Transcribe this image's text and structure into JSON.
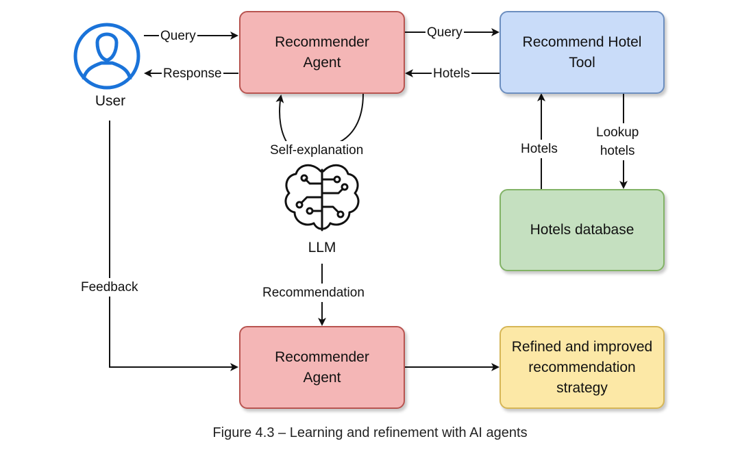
{
  "nodes": {
    "agent_top": "Recommender\nAgent",
    "hotel_tool": "Recommend Hotel\nTool",
    "hotels_db": "Hotels database",
    "agent_bottom": "Recommender\nAgent",
    "refined": "Refined and improved\nrecommendation\nstrategy",
    "user": "User",
    "llm": "LLM"
  },
  "edges": {
    "user_query": "Query",
    "response": "Response",
    "agent_query": "Query",
    "hotels_back": "Hotels",
    "hotels_up": "Hotels",
    "lookup": "Lookup\nhotels",
    "self_explanation": "Self-explanation",
    "recommendation": "Recommendation",
    "feedback": "Feedback"
  },
  "caption": "Figure 4.3 – Learning and refinement with AI agents",
  "colors": {
    "agent_fill": "#f4b6b6",
    "agent_border": "#b85450",
    "tool_fill": "#c9dcf9",
    "tool_border": "#6c8ebf",
    "db_fill": "#c5e0c0",
    "db_border": "#82b366",
    "refined_fill": "#fce8a6",
    "refined_border": "#d6b656",
    "user_icon": "#1a73d9"
  },
  "icons": [
    "user-icon",
    "brain-circuit-icon"
  ]
}
